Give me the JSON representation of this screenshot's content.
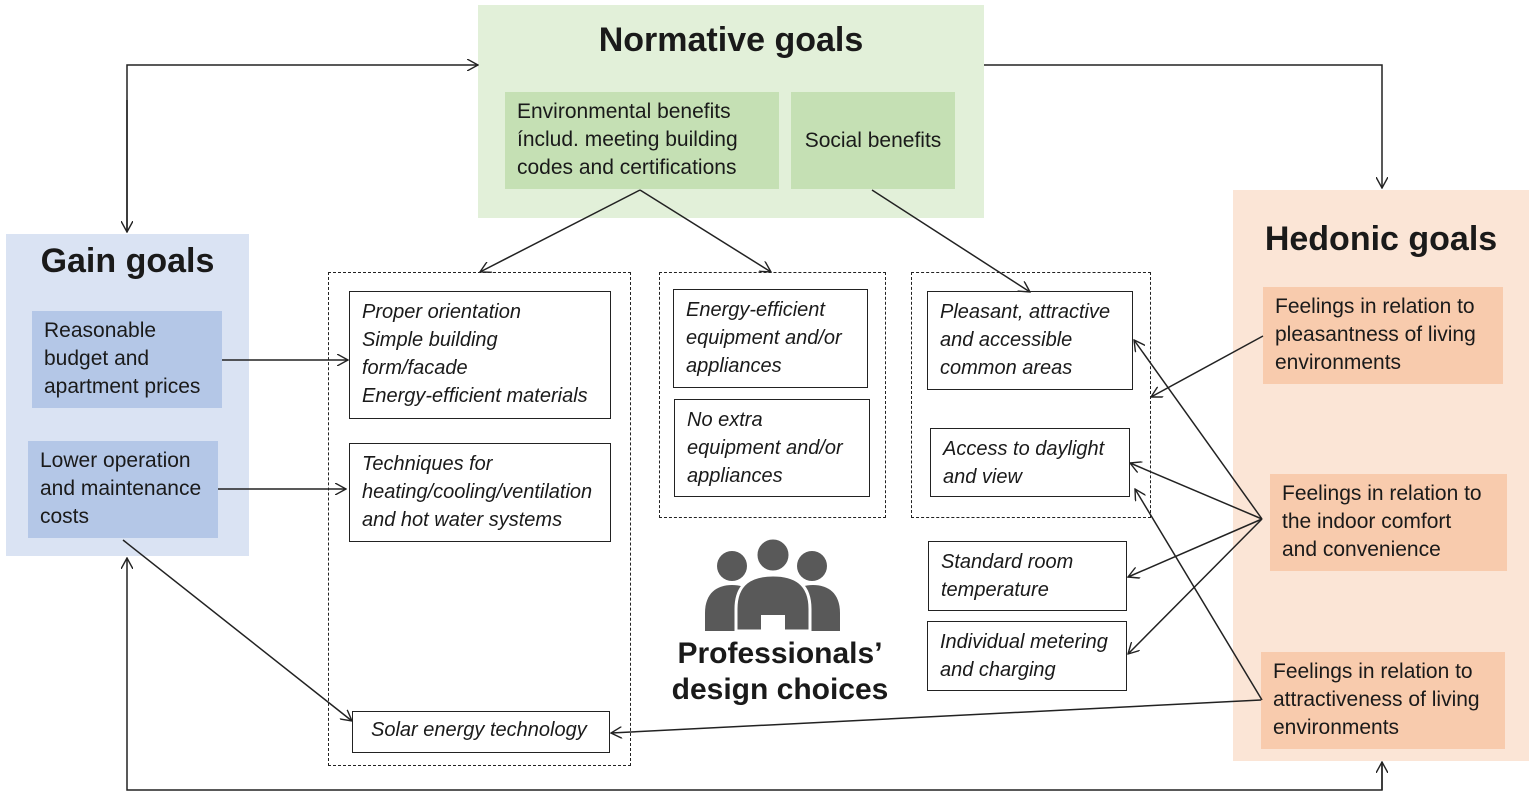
{
  "normative": {
    "title": "Normative goals",
    "environmental": "Environmental benefits\nínclud. meeting building\ncodes and certifications",
    "social": "Social benefits"
  },
  "gain": {
    "title": "Gain goals",
    "budget": "Reasonable\nbudget and\napartment prices",
    "costs": "Lower operation\nand maintenance\ncosts"
  },
  "hedonic": {
    "title": "Hedonic goals",
    "pleasantness": "Feelings in relation to\npleasantness of living\nenvironments",
    "comfort": "Feelings in relation to\nthe indoor comfort\nand convenience",
    "attractiveness": "Feelings in relation to\nattractiveness of living\nenvironments"
  },
  "choices": {
    "orientation": "Proper orientation\nSimple building\nform/facade\nEnergy-efficient materials",
    "techniques": "Techniques for\nheating/cooling/ventilation\nand hot water systems",
    "solar": "Solar energy technology",
    "equipment": "Energy-efficient\nequipment and/or\nappliances",
    "no_extra": "No extra\nequipment and/or\nappliances",
    "common_areas": "Pleasant, attractive\nand accessible\ncommon areas",
    "daylight": "Access to daylight\nand view",
    "temperature": "Standard room\ntemperature",
    "metering": "Individual metering\nand charging"
  },
  "center": {
    "title": "Professionals’\ndesign choices"
  },
  "colors": {
    "green_panel": "#e2f0d9",
    "green_box": "#c5e0b4",
    "blue_panel": "#dae3f3",
    "blue_box": "#b4c7e7",
    "orange_panel": "#fbe5d6",
    "orange_box": "#f8cbad",
    "people_icon": "#595959"
  }
}
